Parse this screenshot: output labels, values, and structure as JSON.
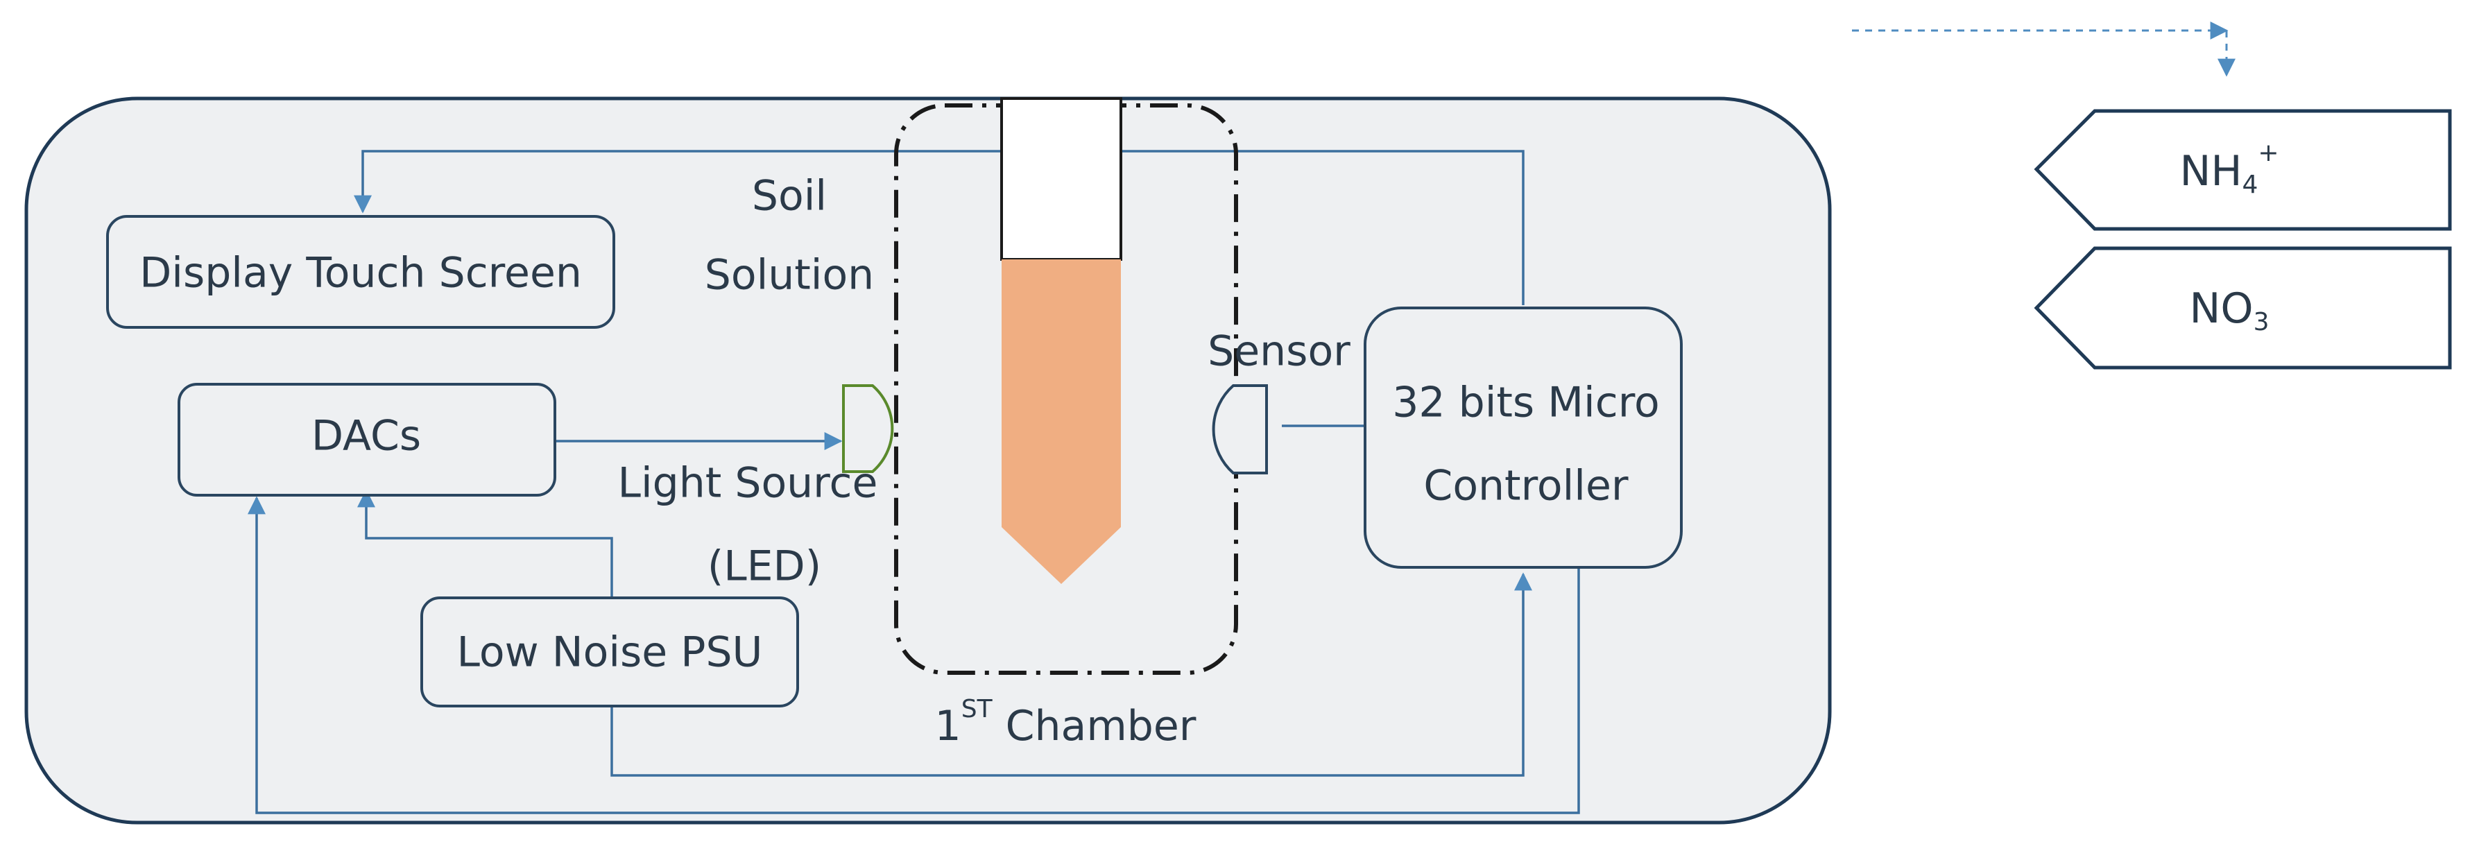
{
  "labels": {
    "display": "Display Touch Screen",
    "dacs": "DACs",
    "psu": "Low Noise PSU",
    "mcu_line1": "32 bits Micro",
    "mcu_line2": "Controller",
    "soil_line1": "Soil",
    "soil_line2": "Solution",
    "light_source": "Light Source",
    "led": "(LED)",
    "sensor": "Sensor",
    "chamber_base": "1",
    "chamber_sup": "ST",
    "chamber_rest": " Chamber",
    "nh4_base": "NH",
    "nh4_sub": "4",
    "nh4_sup": "+",
    "no3_base": "NO",
    "no3_sub": "3"
  },
  "colors": {
    "panel_fill": "#eef0f2",
    "panel_stroke": "#1f3a56",
    "box_stroke": "#2a4660",
    "line": "#3b6f9e",
    "arrow": "#4f8cc0",
    "led_stroke": "#5a8a2c",
    "sample": "#f0ae82",
    "chamber_stroke": "#1a1a1a",
    "text": "#2b3a49"
  }
}
